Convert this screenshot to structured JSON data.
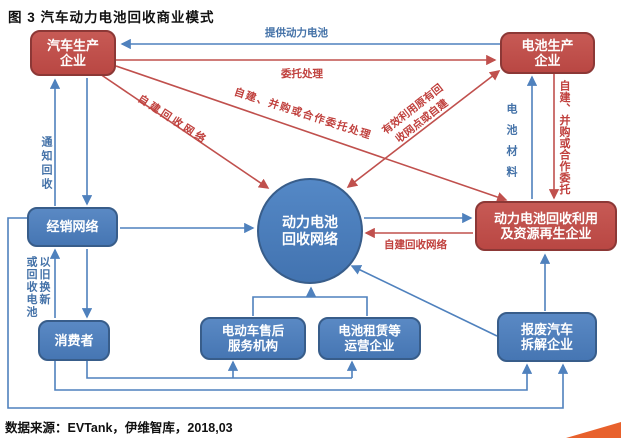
{
  "title": "图 3 汽车动力电池回收商业模式",
  "source": "数据来源：EVTank，伊维智库，2018,03",
  "nodes": {
    "auto_maker": "汽车生产\n企业",
    "battery_maker": "电池生产\n企业",
    "dealer": "经销网络",
    "consumer": "消费者",
    "recycle_network": "动力电池\n回收网络",
    "recycler": "动力电池回收利用\n及资源再生企业",
    "aftersales": "电动车售后\n服务机构",
    "leasing": "电池租赁等\n运营企业",
    "dismantler": "报废汽车\n拆解企业"
  },
  "edge_labels": {
    "provide_battery": "提供动力电池",
    "entrust_processing": "委托处理",
    "self_build_network_from_auto": "自建回收网络",
    "build_acquire_coop_entrust": "自建、并购或合作委托处理",
    "use_existing_outlets": "有效利用原有回\n收网点或自建",
    "battery_materials": "电池材料",
    "build_acquire_coop_entrust_vertical": "自建、并购或合作委托",
    "notify_recycle": "通知回收",
    "trade_in_or_recycle": "以旧换新\n或回收电池",
    "self_build_network_from_recycler": "自建回收网络"
  },
  "colors": {
    "red_box": "#c0504d",
    "red_box_border": "#8c3836",
    "blue_box": "#4f81bd",
    "blue_box_border": "#385d8a",
    "line_red": "#c0504d",
    "line_blue": "#4f81bd",
    "label_red": "#c0403d",
    "label_blue": "#4472a8",
    "logo_orange": "#e8612c"
  }
}
